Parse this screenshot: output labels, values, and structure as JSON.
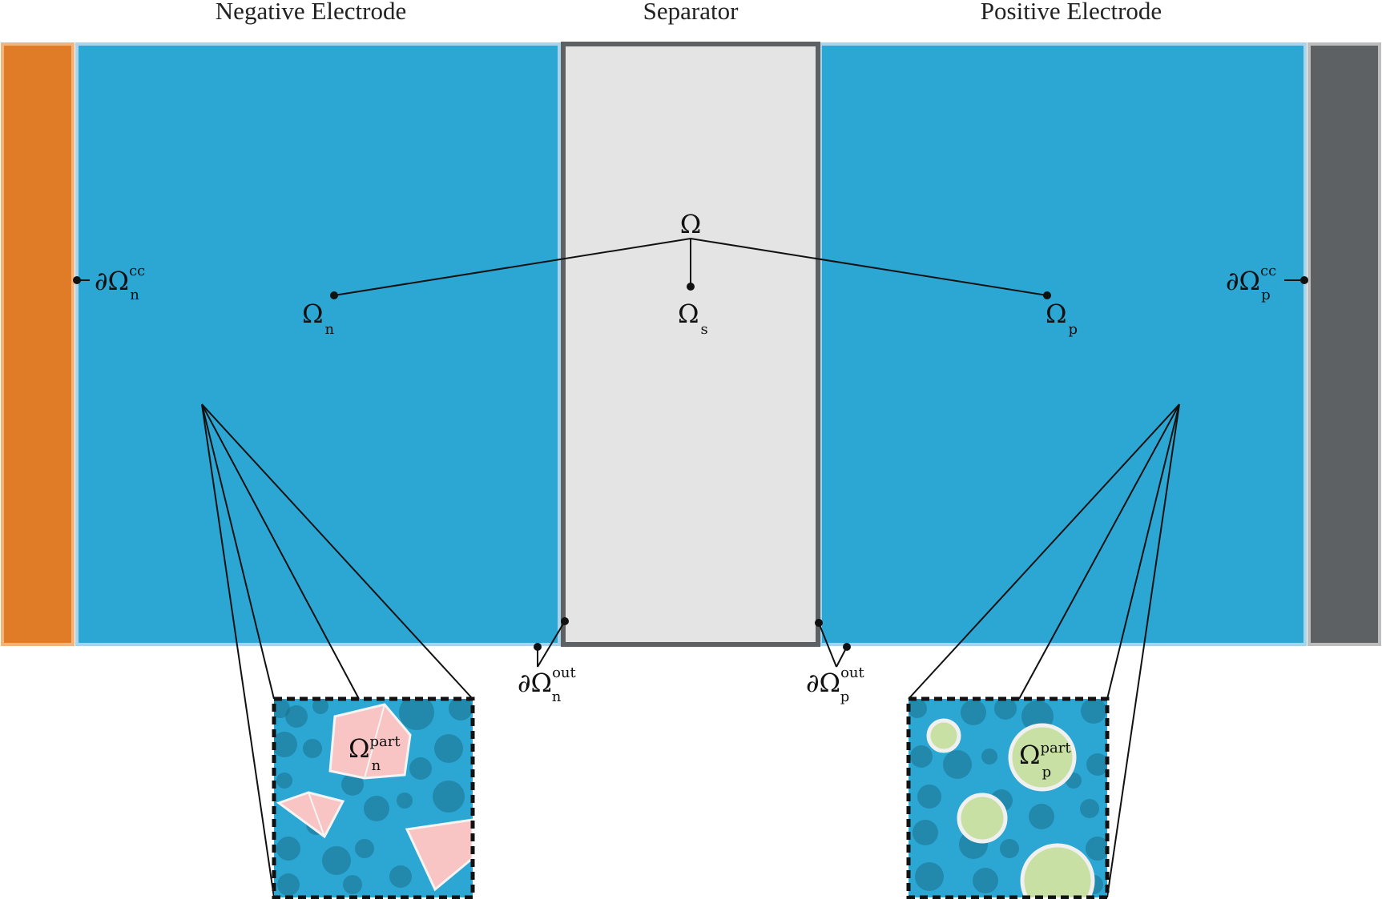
{
  "headers": {
    "negative": "Negative Electrode",
    "separator": "Separator",
    "positive": "Positive Electrode"
  },
  "labels": {
    "omega": {
      "base": "Ω"
    },
    "omega_n": {
      "base": "Ω",
      "sub": "n"
    },
    "omega_s": {
      "base": "Ω",
      "sub": "s"
    },
    "omega_p": {
      "base": "Ω",
      "sub": "p"
    },
    "cc_n": {
      "base": "∂Ω",
      "sub": "n",
      "sup": "cc"
    },
    "cc_p": {
      "base": "∂Ω",
      "sub": "p",
      "sup": "cc"
    },
    "out_n": {
      "base": "∂Ω",
      "sub": "n",
      "sup": "out"
    },
    "out_p": {
      "base": "∂Ω",
      "sub": "p",
      "sup": "out"
    },
    "part_n": {
      "base": "Ω",
      "sub": "n",
      "sup": "part"
    },
    "part_p": {
      "base": "Ω",
      "sub": "p",
      "sup": "part"
    }
  },
  "colors": {
    "negative_current_collector": "#e07c28",
    "electrode": "#2ca7d3",
    "electrode_border": "#a9d3ea",
    "separator_fill": "#e4e4e4",
    "separator_border": "#5d6163",
    "positive_current_collector": "#5d6163",
    "negative_particle": "#f8c4c4",
    "positive_particle": "#c8e0a4",
    "inset_background_dot": "#1b6f8c"
  }
}
